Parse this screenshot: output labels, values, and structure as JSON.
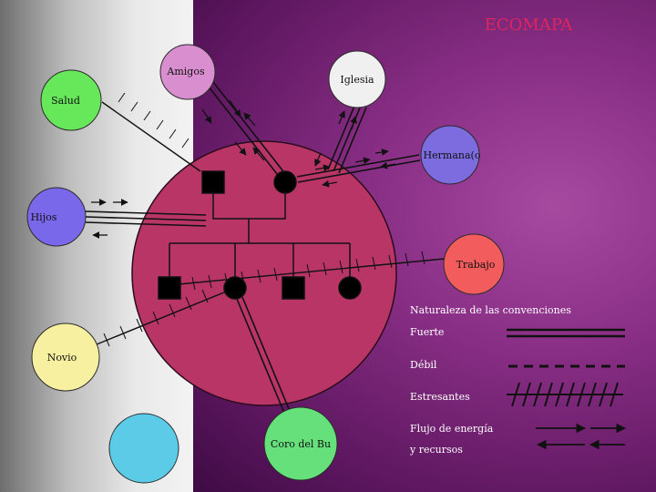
{
  "title": "ECOMAPA",
  "nodes": {
    "amigos": {
      "label": "Amigos",
      "color": "#d98ed0"
    },
    "iglesia": {
      "label": "Iglesia",
      "color": "#f0f0f0"
    },
    "salud": {
      "label": "Salud",
      "color": "#66e85a"
    },
    "hermana": {
      "label": "Hermana(o",
      "color": "#7d6be0"
    },
    "hijos": {
      "label": "Hijos",
      "color": "#7a68ea"
    },
    "trabajo": {
      "label": "Trabajo",
      "color": "#f25c5c"
    },
    "novio": {
      "label": "Novio",
      "color": "#f7f0a0"
    },
    "blue": {
      "label": "",
      "color": "#5ccbe8"
    },
    "coro": {
      "label": "Coro del Bu",
      "color": "#66e07a"
    }
  },
  "family_circle_color": "#b83566",
  "legend": {
    "heading": "Naturaleza de las convenciones",
    "fuerte": "Fuerte",
    "debil": "Débil",
    "estresantes": "Estresantes",
    "flujo1": "Flujo de energía",
    "flujo2": "y recursos"
  }
}
